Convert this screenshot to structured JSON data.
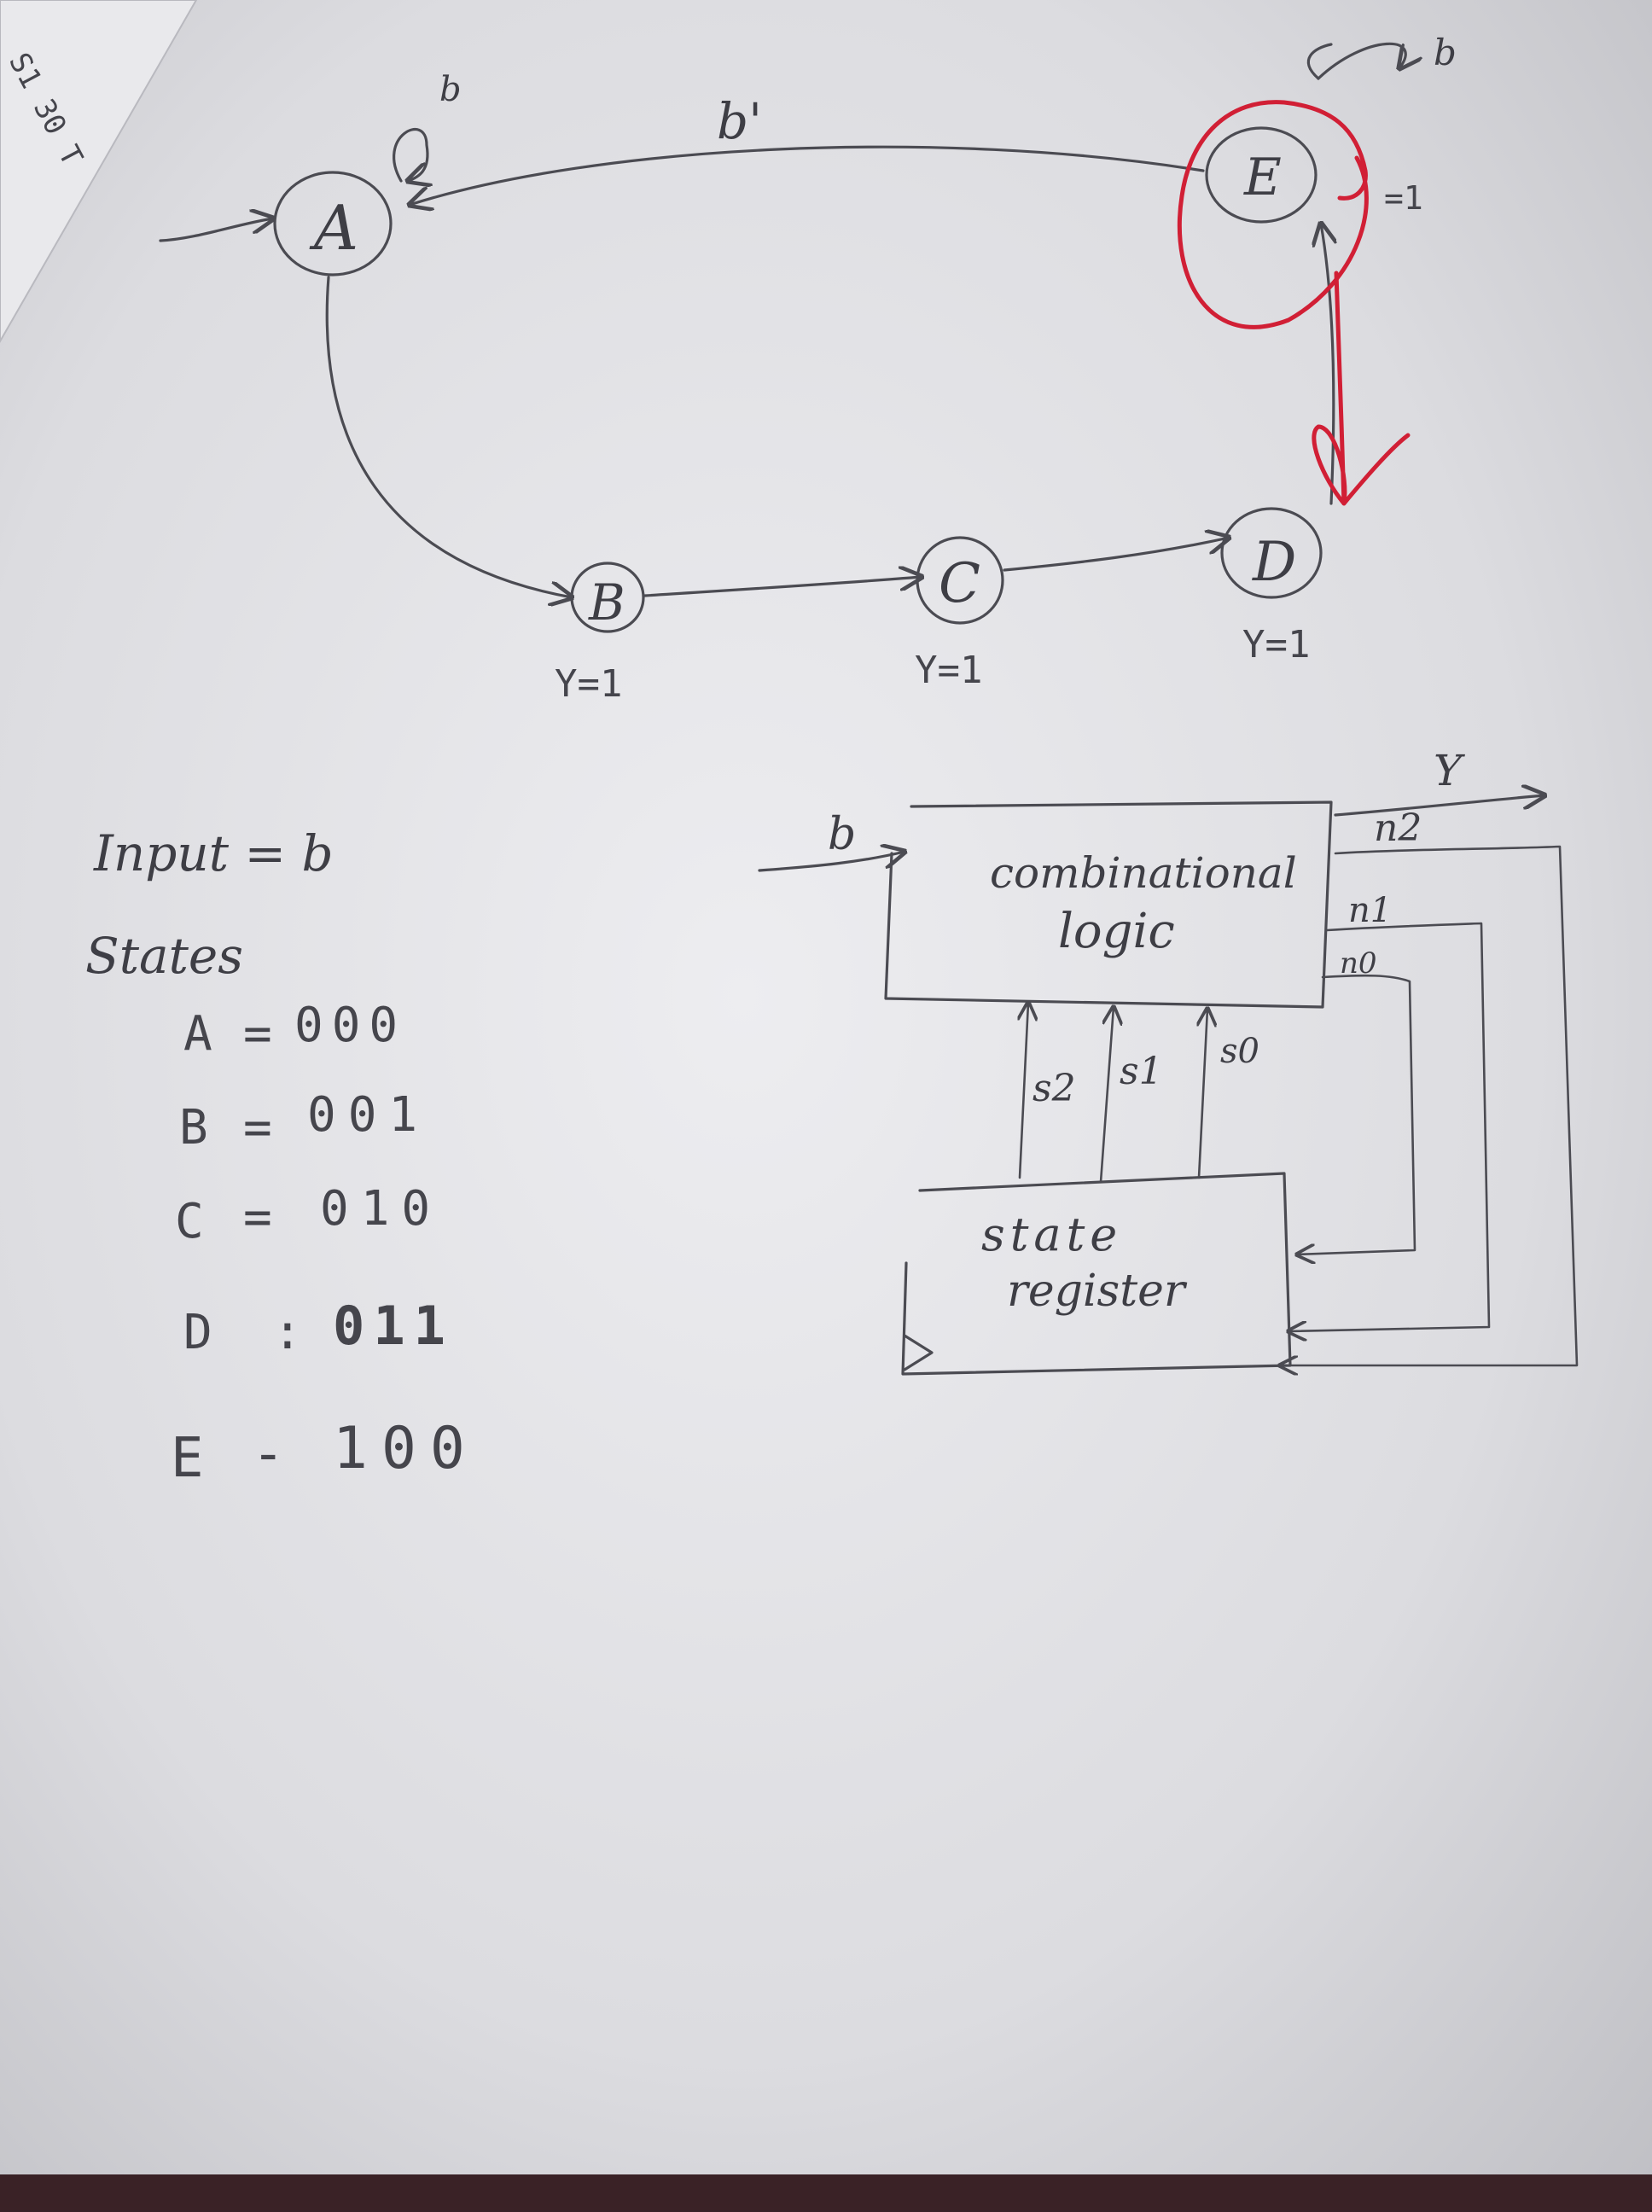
{
  "corner_note": "S1 30 T",
  "state_diagram": {
    "states": [
      {
        "id": "A",
        "label": "A",
        "output": ""
      },
      {
        "id": "B",
        "label": "B",
        "output": "Y=1"
      },
      {
        "id": "C",
        "label": "C",
        "output": "Y=1"
      },
      {
        "id": "D",
        "label": "D",
        "output": "Y=1"
      },
      {
        "id": "E",
        "label": "E",
        "output": "=1"
      }
    ],
    "transitions": [
      {
        "from": "start",
        "to": "A",
        "label": ""
      },
      {
        "from": "A",
        "to": "A",
        "label": "b"
      },
      {
        "from": "E",
        "to": "A",
        "label": "b'"
      },
      {
        "from": "E",
        "to": "E",
        "label": "b"
      },
      {
        "from": "A",
        "to": "B",
        "label": ""
      },
      {
        "from": "B",
        "to": "C",
        "label": ""
      },
      {
        "from": "C",
        "to": "D",
        "label": ""
      },
      {
        "from": "D",
        "to": "E",
        "label": ""
      }
    ],
    "highlight_color": "#d11f35"
  },
  "encoding": {
    "input_line": "Input = b",
    "heading": "States",
    "rows": [
      {
        "state": "A",
        "sep": "=",
        "code": "000"
      },
      {
        "state": "B",
        "sep": "=",
        "code": "001"
      },
      {
        "state": "C",
        "sep": "=",
        "code": "010"
      },
      {
        "state": "D",
        "sep": ":",
        "code": "011"
      },
      {
        "state": "E",
        "sep": "-",
        "code": "100"
      }
    ]
  },
  "block_diagram": {
    "logic_block": {
      "line1": "combinational",
      "line2": "logic"
    },
    "register_block": {
      "line1": "state",
      "line2": "register"
    },
    "input_label": "b",
    "output_label": "Y",
    "next_state_labels": [
      "n2",
      "n1",
      "n0"
    ],
    "state_labels": [
      "s2",
      "s1",
      "s0"
    ]
  }
}
